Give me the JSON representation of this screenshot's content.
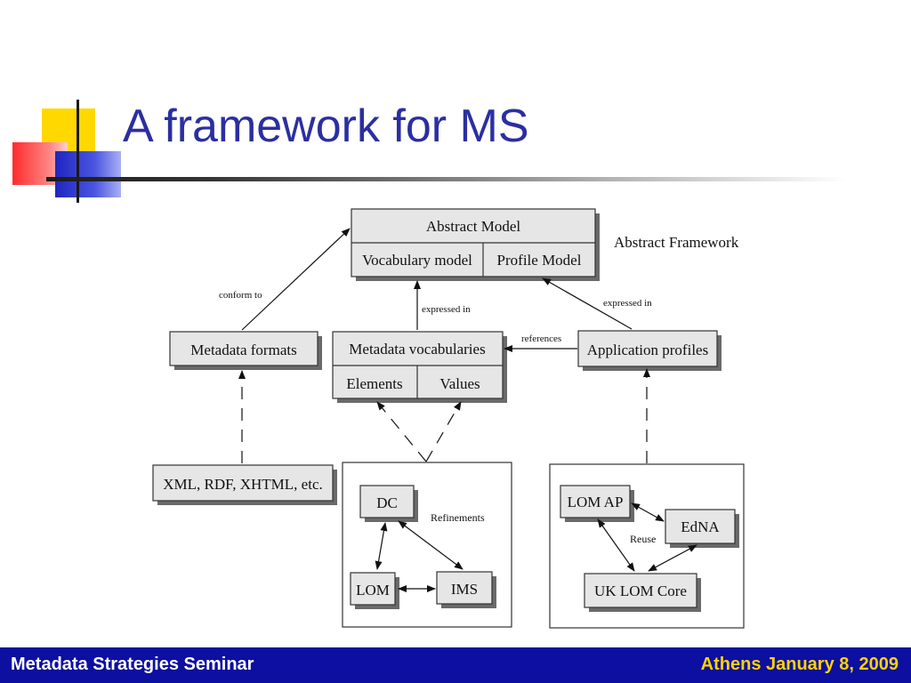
{
  "slide": {
    "title": "A framework for MS"
  },
  "diagram": {
    "abstract_model": "Abstract Model",
    "vocabulary_model": "Vocabulary model",
    "profile_model": "Profile Model",
    "abstract_framework": "Abstract Framework",
    "conform_to": "conform to",
    "expressed_in_left": "expressed in",
    "expressed_in_right": "expressed in",
    "references": "references",
    "metadata_formats": "Metadata formats",
    "metadata_vocabularies": "Metadata vocabularies",
    "elements": "Elements",
    "values": "Values",
    "application_profiles": "Application profiles",
    "xml_formats": "XML, RDF, XHTML, etc.",
    "dc": "DC",
    "refinements": "Refinements",
    "lom": "LOM",
    "ims": "IMS",
    "lom_ap": "LOM AP",
    "edna": "EdNA",
    "reuse": "Reuse",
    "uk_lom_core": "UK LOM Core"
  },
  "footer": {
    "left": "Metadata Strategies Seminar",
    "right": "Athens January 8, 2009"
  },
  "colors": {
    "title": "#2b2fa0",
    "footer_bg": "#0c0fa0",
    "footer_left_text": "#ffffff",
    "footer_right_text": "#ffd200",
    "deco_yellow": "#ffd800",
    "deco_red": "#ff3a3a",
    "deco_blue": "#2b33c8",
    "box_fill": "#e6e6e6"
  }
}
